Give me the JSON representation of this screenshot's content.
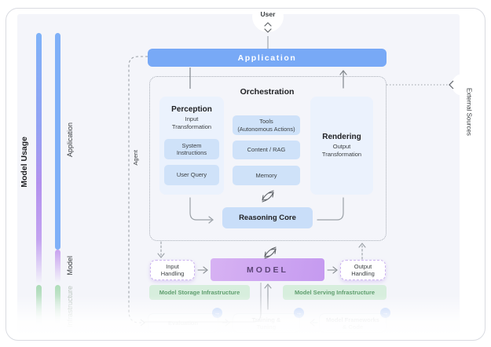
{
  "user": {
    "label": "User"
  },
  "application_bar": {
    "label": "Application"
  },
  "sidebar": {
    "model_usage": "Model Usage",
    "application": "Application",
    "model": "Model",
    "infrastructure": "Infrastructure"
  },
  "agent": {
    "label": "Agent",
    "orchestration_title": "Orchestration",
    "perception": {
      "title": "Perception",
      "subtitle": "Input\nTransformation",
      "chips": [
        {
          "label": "System\nInstructions"
        },
        {
          "label": "User Query"
        }
      ]
    },
    "tools_chips": [
      {
        "label": "Tools\n(Autonomous Actions)"
      },
      {
        "label": "Content / RAG"
      },
      {
        "label": "Memory"
      }
    ],
    "rendering": {
      "title": "Rendering",
      "subtitle": "Output\nTransformation"
    },
    "reasoning_core": "Reasoning Core"
  },
  "model_row": {
    "input_handling": "Input\nHandling",
    "model": "MODEL",
    "output_handling": "Output\nHandling"
  },
  "infrastructure_row": {
    "storage": "Model Storage Infrastructure",
    "serving": "Model Serving Infrastructure"
  },
  "ghost_row": {
    "items": [
      {
        "label": "Evaluation"
      },
      {
        "label": "Training &\nTuning"
      },
      {
        "label": "Model Frameworks\n& Code"
      }
    ]
  },
  "external_sources": {
    "label": "External Sources"
  },
  "icons": {
    "launch_arrow": "→"
  },
  "colors": {
    "application_blue": "#78a9f6",
    "chip_blue": "#cfe2f9",
    "panel_blue": "#ebf2fd",
    "model_purple": "#c9a2ee",
    "infra_green": "#d7eedd",
    "canvas": "#f4f5fa"
  }
}
